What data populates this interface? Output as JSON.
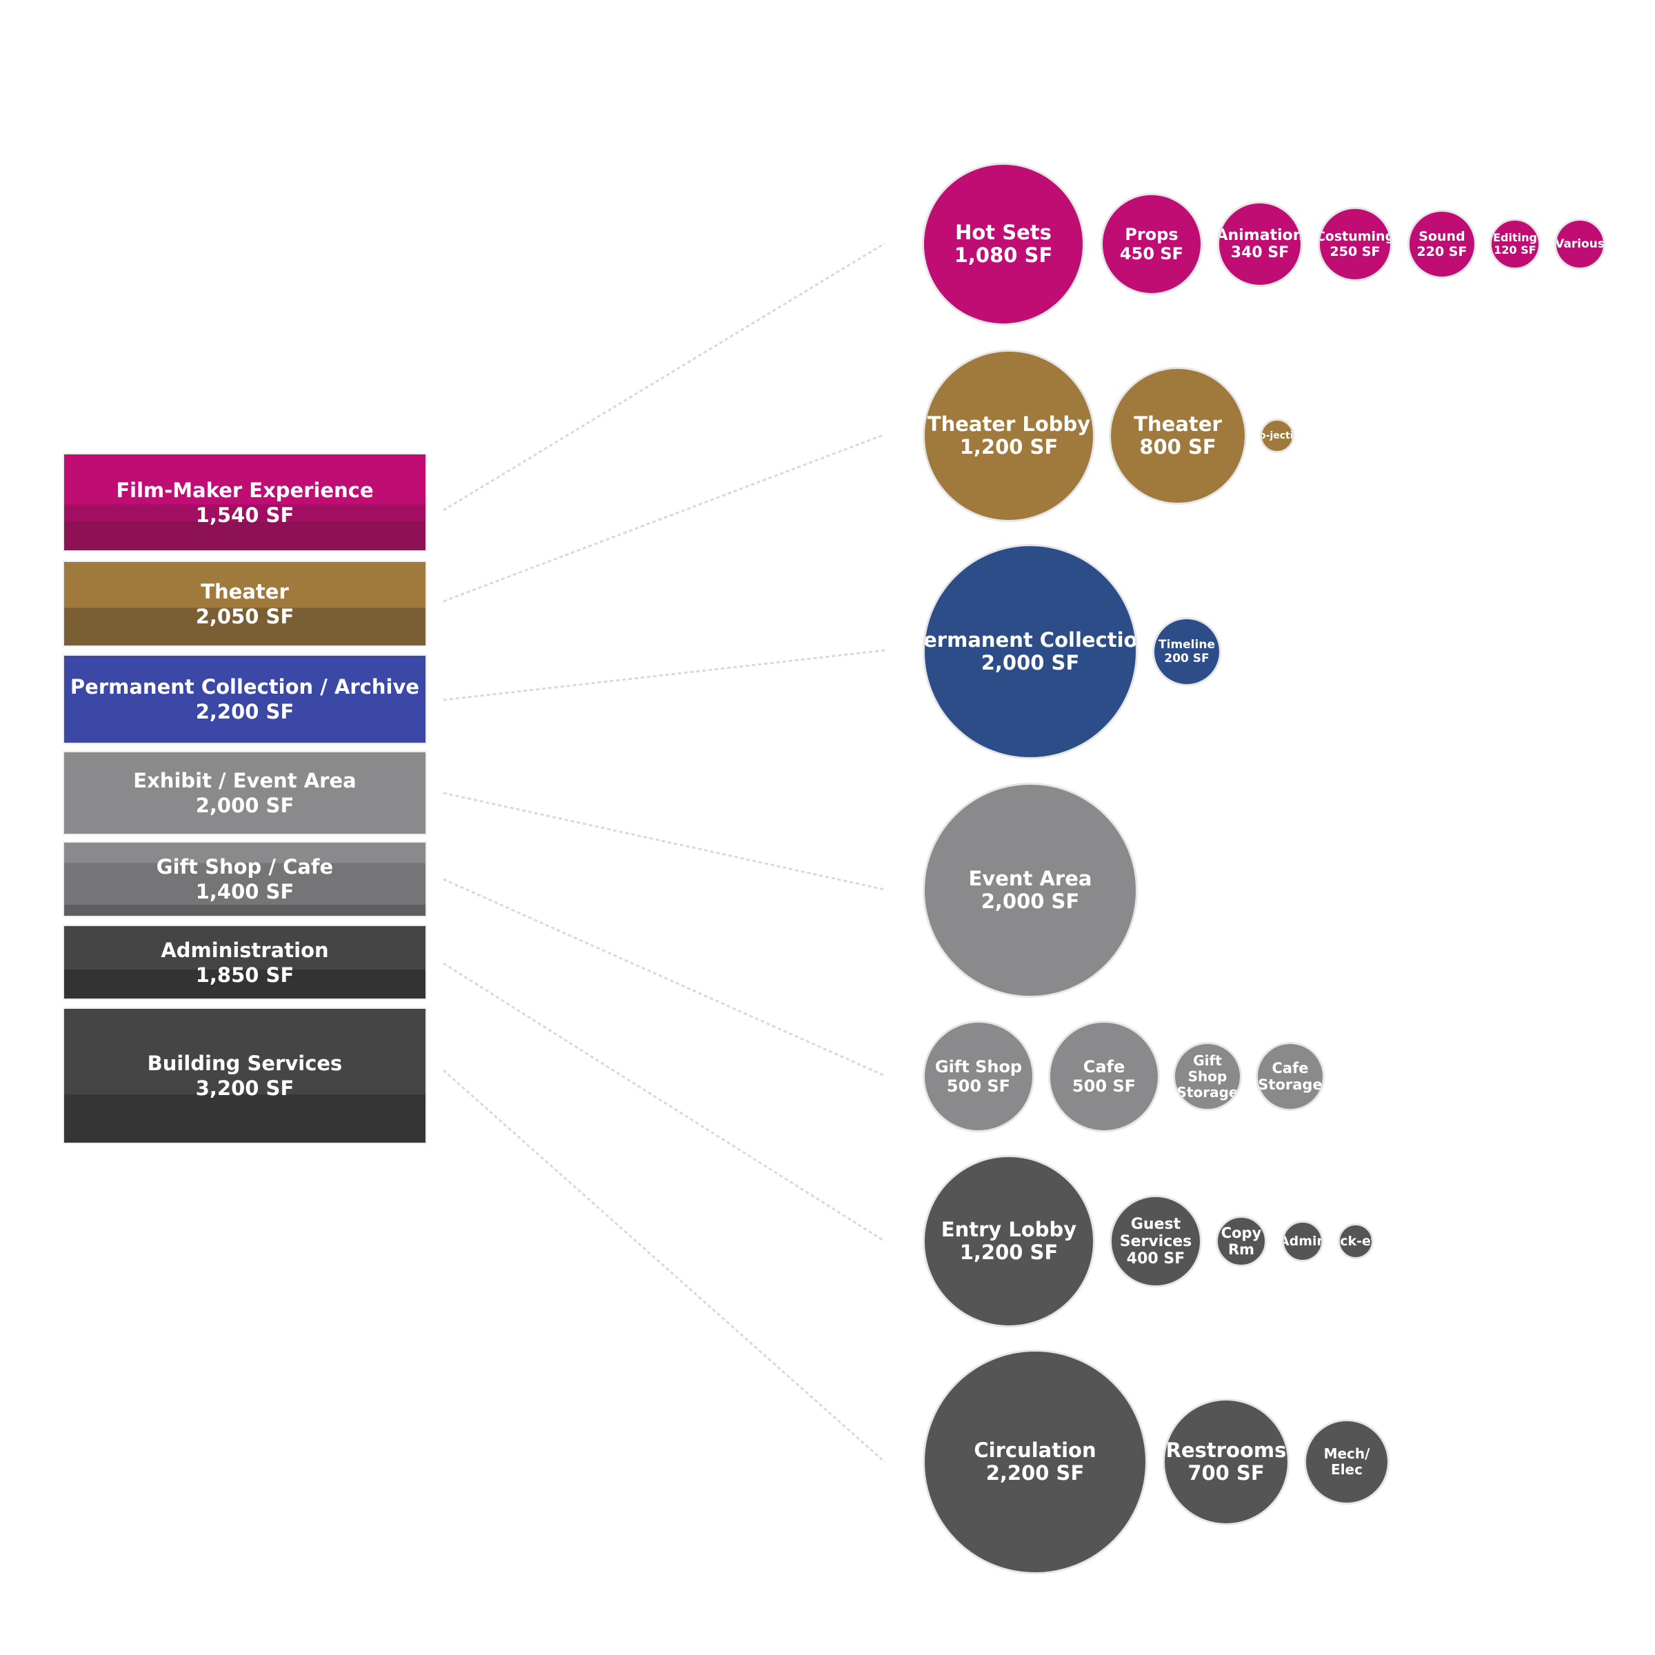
{
  "colors": {
    "magenta": "#bf0d74",
    "gold": "#a07a3d",
    "blue": "#2c4d88",
    "block_blue": "#3b48a6",
    "gray": "#8a8a8c",
    "dark": "#555555",
    "darker": "#454545"
  },
  "categories": [
    {
      "name": "Film-Maker Experience",
      "area": "1,540 SF",
      "spaces": [
        {
          "name": "Hot Sets",
          "area": "1,080 SF"
        },
        {
          "name": "Props",
          "area": "450 SF"
        },
        {
          "name": "Animation",
          "area": "340 SF"
        },
        {
          "name": "Costuming",
          "area": "250 SF"
        },
        {
          "name": "Sound",
          "area": "220 SF"
        },
        {
          "name": "Editing",
          "area": "120 SF"
        },
        {
          "name": "Various",
          "area": ""
        }
      ]
    },
    {
      "name": "Theater",
      "area": "2,050 SF",
      "spaces": [
        {
          "name": "Theater Lobby",
          "area": "1,200 SF"
        },
        {
          "name": "Theater",
          "area": "800 SF"
        },
        {
          "name": "Pro-jection",
          "area": ""
        }
      ]
    },
    {
      "name": "Permanent Collection / Archive",
      "area": "2,200 SF",
      "spaces": [
        {
          "name": "Permanent Collection",
          "area": "2,000 SF"
        },
        {
          "name": "Timeline",
          "area": "200 SF"
        }
      ]
    },
    {
      "name": "Exhibit / Event Area",
      "area": "2,000 SF",
      "spaces": [
        {
          "name": "Event Area",
          "area": "2,000 SF"
        }
      ]
    },
    {
      "name": "Gift Shop / Cafe",
      "area": "1,400 SF",
      "spaces": [
        {
          "name": "Gift Shop",
          "area": "500 SF"
        },
        {
          "name": "Cafe",
          "area": "500 SF"
        },
        {
          "name": "Gift Shop Storage",
          "area": ""
        },
        {
          "name": "Cafe Storage",
          "area": ""
        }
      ]
    },
    {
      "name": "Administration",
      "area": "1,850 SF",
      "spaces": [
        {
          "name": "Entry Lobby",
          "area": "1,200 SF"
        },
        {
          "name": "Guest Services",
          "area": "400 SF"
        },
        {
          "name": "Copy Rm",
          "area": ""
        },
        {
          "name": "Admin",
          "area": ""
        },
        {
          "name": "Tick-ets",
          "area": ""
        }
      ]
    },
    {
      "name": "Building Services",
      "area": "3,200 SF",
      "spaces": [
        {
          "name": "Circulation",
          "area": "2,200 SF"
        },
        {
          "name": "Restrooms",
          "area": "700 SF"
        },
        {
          "name": "Mech/ Elec",
          "area": ""
        }
      ]
    }
  ]
}
